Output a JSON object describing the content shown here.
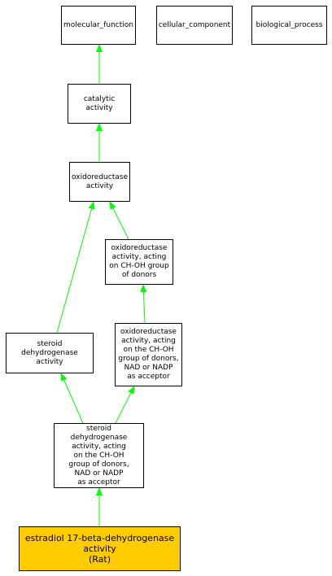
{
  "nodes": {
    "molecular_function": "molecular_function",
    "cellular_component": "cellular_component",
    "biological_process": "biological_process",
    "catalytic_activity": "catalytic activity",
    "oxidoreductase_activity": "oxidoreductase\nactivity",
    "oxidoreductase_choh": "oxidoreductase\nactivity, acting\non CH-OH group\nof donors",
    "steroid_dehydrogenase": "steroid dehydrogenase\nactivity",
    "oxidoreductase_choh_nad": "oxidoreductase\nactivity, acting\non the CH-OH\ngroup of donors,\nNAD or NADP\nas acceptor",
    "steroid_dehydrogenase_choh_nad": "steroid dehydrogenase\nactivity, acting\non the CH-OH\ngroup of donors,\nNAD or NADP\nas acceptor",
    "estradiol": "estradiol 17-beta-dehydrogenase\nactivity\n(Rat)"
  },
  "colors": {
    "edge": "#00ff00",
    "highlight": "#ffcc00",
    "border": "#000000"
  },
  "edges": [
    [
      "catalytic_activity",
      "molecular_function"
    ],
    [
      "oxidoreductase_activity",
      "catalytic_activity"
    ],
    [
      "steroid_dehydrogenase",
      "oxidoreductase_activity"
    ],
    [
      "oxidoreductase_choh",
      "oxidoreductase_activity"
    ],
    [
      "oxidoreductase_choh_nad",
      "oxidoreductase_choh"
    ],
    [
      "steroid_dehydrogenase_choh_nad",
      "steroid_dehydrogenase"
    ],
    [
      "steroid_dehydrogenase_choh_nad",
      "oxidoreductase_choh_nad"
    ],
    [
      "estradiol",
      "steroid_dehydrogenase_choh_nad"
    ]
  ]
}
